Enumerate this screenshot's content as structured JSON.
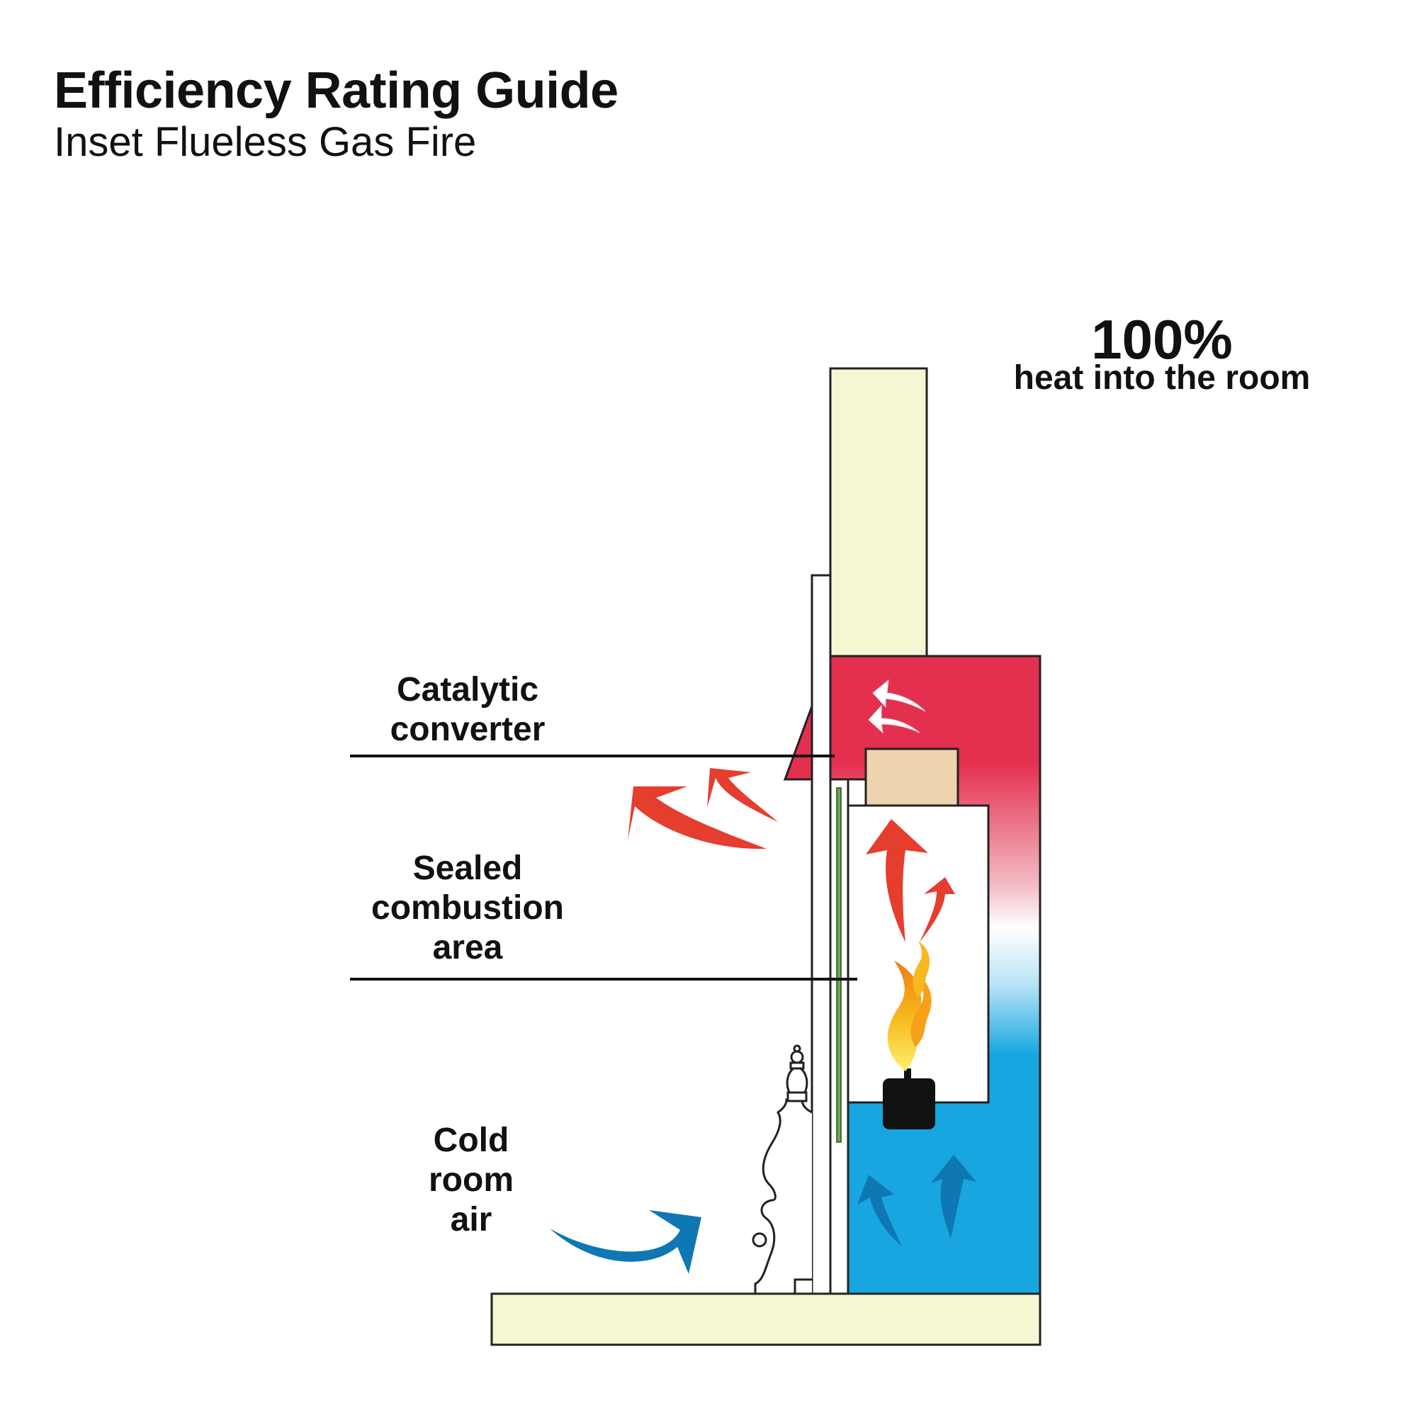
{
  "header": {
    "title": "Efficiency Rating Guide",
    "subtitle": "Inset Flueless Gas Fire"
  },
  "diagram": {
    "percent": "100%",
    "percent_caption": "heat into the room",
    "labels": {
      "catalytic_converter": "Catalytic\nconverter",
      "sealed_combustion": "Sealed\ncombustion\narea",
      "cold_room_air": "Cold\nroom\nair"
    },
    "colors": {
      "wall": "#f6f6d2",
      "hot": "#e4304f",
      "cold": "#17a6df",
      "converter": "#edd3ae",
      "hot_arrow": "#e53d2e",
      "cold_arrow": "#0e77b4",
      "flame_outer": "#f6a01a",
      "flame_inner": "#ffe55a",
      "glass": "#6aa84f"
    },
    "icons": [
      "hot-air-arrow-icon",
      "cold-air-arrow-icon",
      "flame-icon",
      "burner-icon",
      "white-flow-arrow-icon"
    ]
  }
}
